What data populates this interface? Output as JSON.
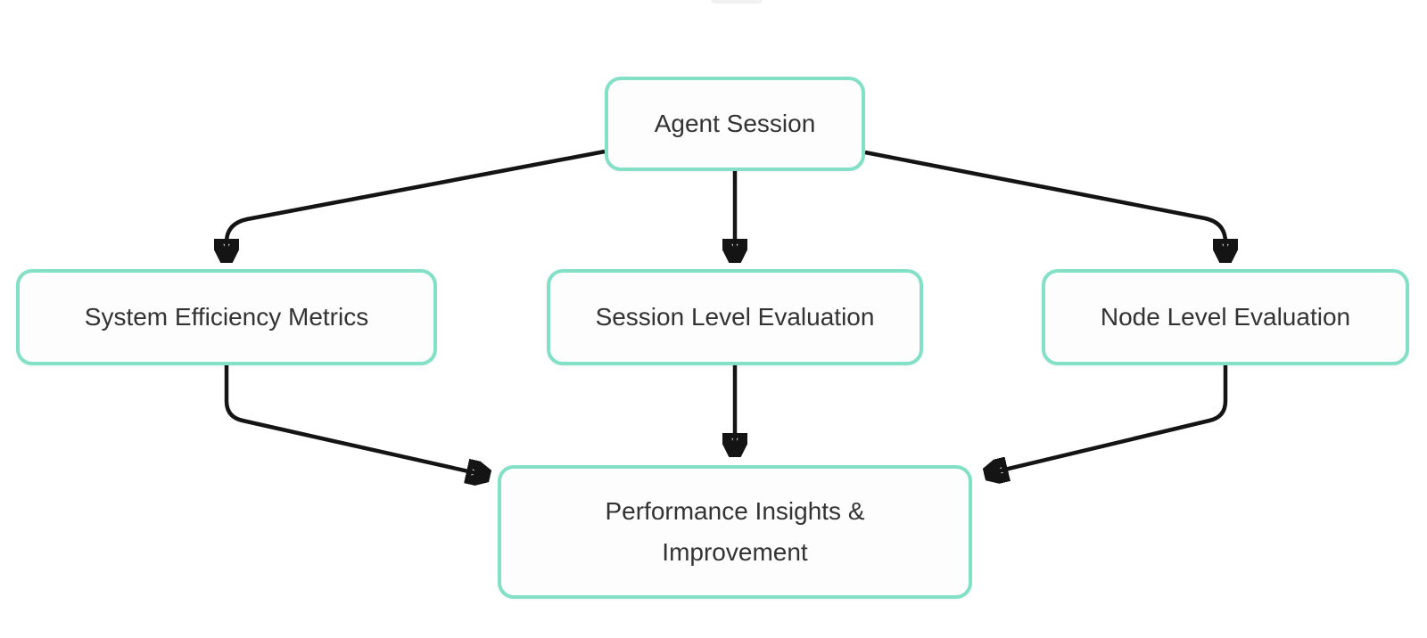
{
  "theme": {
    "page_bg": "#ffffff",
    "accent": "#82e0c6",
    "node_fill": "#fdfdfd",
    "text": "#333333",
    "arrow": "#141414"
  },
  "diagram": {
    "type": "flowchart",
    "direction": "top-down",
    "nodes": {
      "agent_session": {
        "label": "Agent Session"
      },
      "system_efficiency": {
        "label": "System Efficiency Metrics"
      },
      "session_level": {
        "label": "Session Level Evaluation"
      },
      "node_level": {
        "label": "Node Level Evaluation"
      },
      "performance": {
        "label": "Performance Insights & Improvement"
      }
    },
    "edges": [
      {
        "from": "Agent Session",
        "to": "System Efficiency Metrics"
      },
      {
        "from": "Agent Session",
        "to": "Session Level Evaluation"
      },
      {
        "from": "Agent Session",
        "to": "Node Level Evaluation"
      },
      {
        "from": "System Efficiency Metrics",
        "to": "Performance Insights & Improvement"
      },
      {
        "from": "Session Level Evaluation",
        "to": "Performance Insights & Improvement"
      },
      {
        "from": "Node Level Evaluation",
        "to": "Performance Insights & Improvement"
      }
    ]
  }
}
